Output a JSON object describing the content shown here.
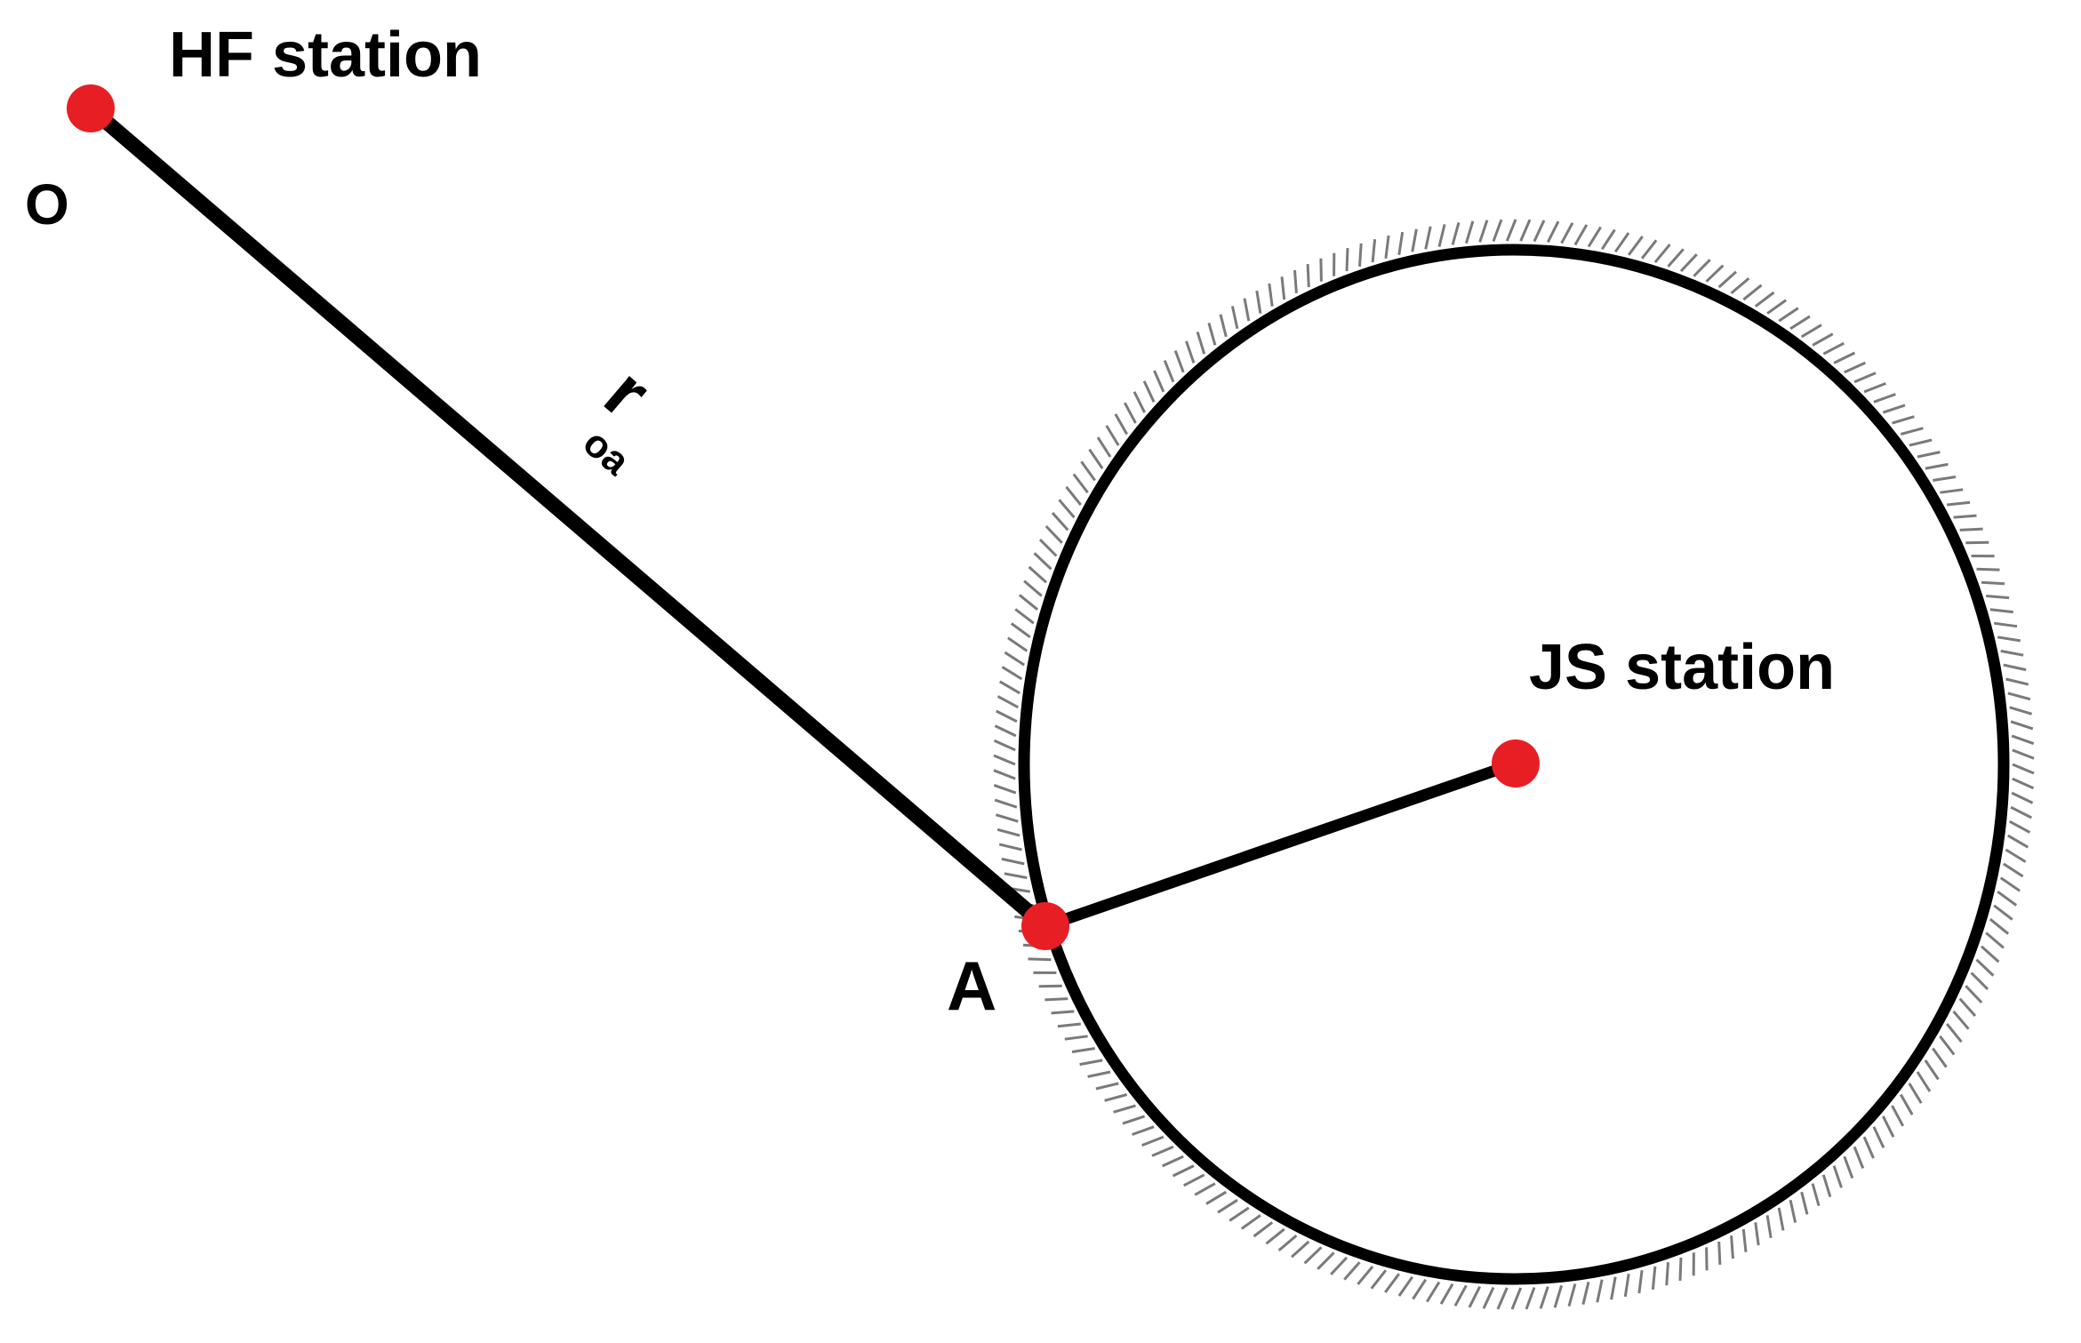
{
  "diagram": {
    "labels": {
      "hf_station": "HF station",
      "js_station": "JS station",
      "point_o": "O",
      "point_a": "A",
      "segment_main": "r",
      "segment_sub": "oa"
    },
    "colors": {
      "line": "#000000",
      "point": "#e81e25",
      "hatch": "#7a7a7a",
      "background": "#ffffff"
    }
  }
}
